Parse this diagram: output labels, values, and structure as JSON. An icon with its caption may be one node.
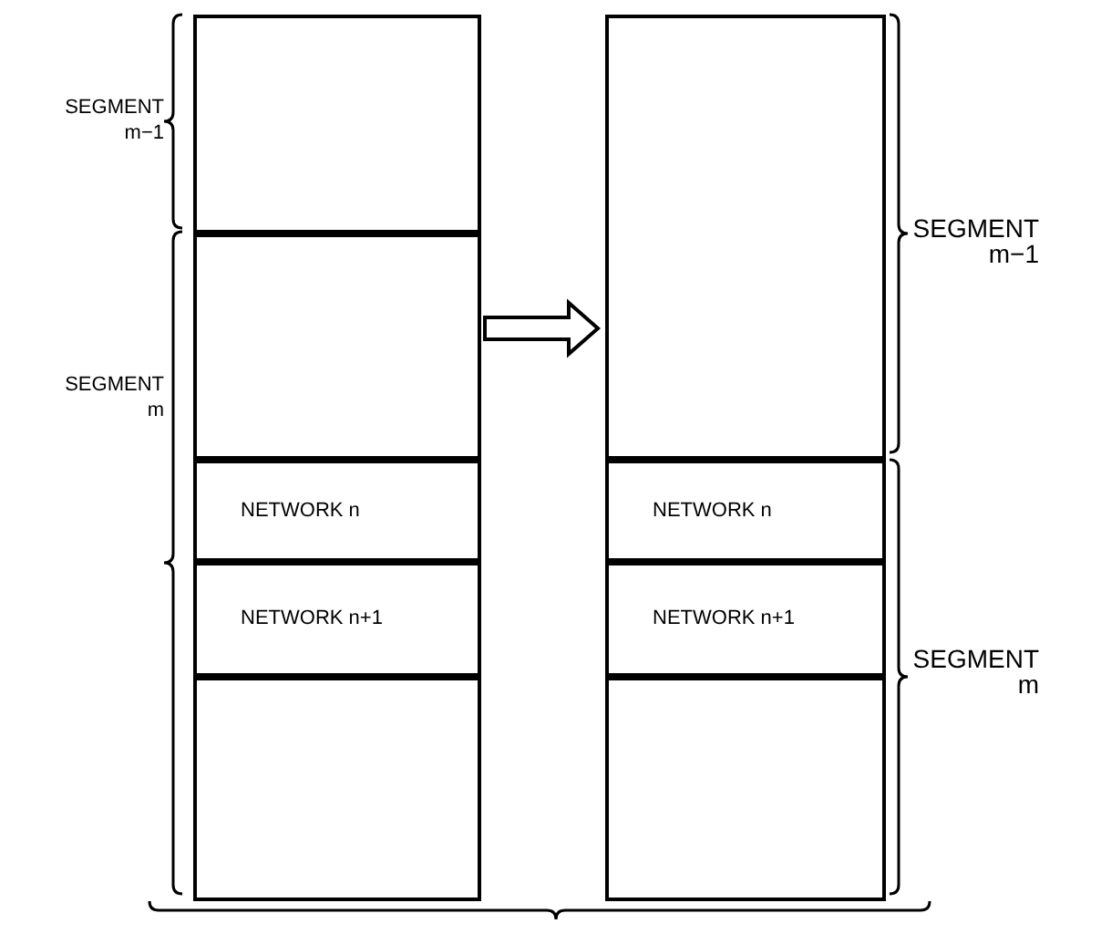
{
  "diagram": {
    "nodes": [
      {
        "text": [],
        "shape": "box"
      },
      {
        "text": [],
        "shape": "box",
        "in": 0
      },
      {
        "text": [],
        "shape": "box",
        "in": 0
      },
      {
        "text": [
          "NETWORK n"
        ],
        "in": 0
      },
      {
        "text": [
          "NETWORK n+1"
        ],
        "in": 0
      },
      {
        "text": [],
        "shape": "box",
        "in": 0
      },
      {
        "text": [],
        "shape": "box"
      },
      {
        "text": [],
        "shape": "box",
        "in": 6
      },
      {
        "text": [
          "NETWORK n"
        ],
        "in": 6
      },
      {
        "text": [
          "NETWORK n+1"
        ],
        "in": 6
      },
      {
        "text": [],
        "shape": "box",
        "in": 6
      }
    ],
    "edges": [
      {
        "from": 0,
        "to": 6,
        "arrow": "to"
      }
    ],
    "labels": [
      "SEGMENT m−1",
      "SEGMENT m",
      "SEGMENT m−1",
      "SEGMENT m"
    ]
  }
}
